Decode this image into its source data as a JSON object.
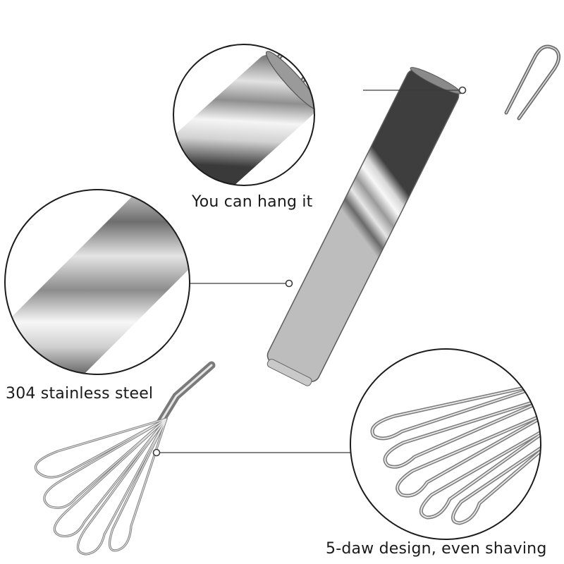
{
  "callouts": {
    "hang": "You can hang it",
    "steel": "304 stainless steel",
    "claw": "5-daw design, even shaving"
  },
  "colors": {
    "background": "#ffffff",
    "steel_light": "#f4f4f4",
    "steel_mid": "#b9b9b9",
    "steel_dark": "#4a4a4a",
    "leader_line": "#3c3c3c",
    "circle_border": "#1c1c1c"
  }
}
